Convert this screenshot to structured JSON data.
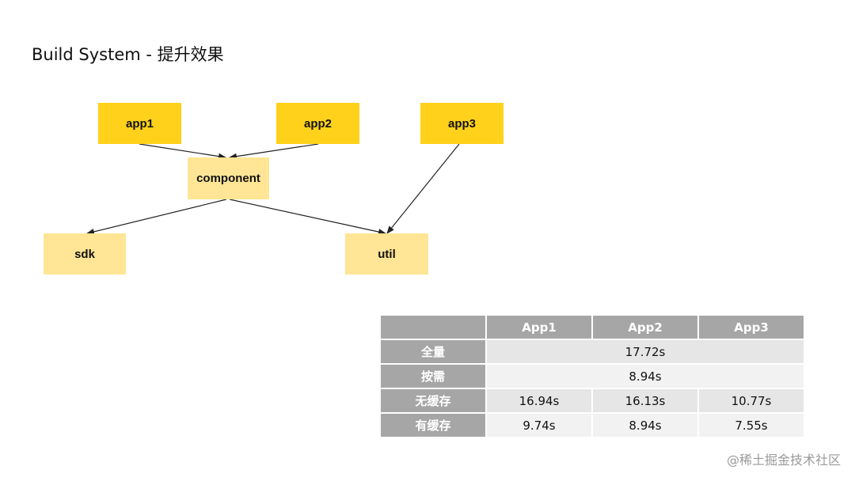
{
  "title": "Build System - 提升效果",
  "diagram": {
    "nodes": {
      "app1": "app1",
      "app2": "app2",
      "app3": "app3",
      "component": "component",
      "sdk": "sdk",
      "util": "util"
    },
    "colors": {
      "strong": "#ffd11a",
      "light": "#ffe595",
      "edge": "#222222"
    }
  },
  "table": {
    "columns": [
      "",
      "App1",
      "App2",
      "App3"
    ],
    "rows": [
      {
        "label": "全量",
        "merged": "17.72s"
      },
      {
        "label": "按需",
        "merged": "8.94s"
      },
      {
        "label": "无缓存",
        "values": [
          "16.94s",
          "16.13s",
          "10.77s"
        ]
      },
      {
        "label": "有缓存",
        "values": [
          "9.74s",
          "8.94s",
          "7.55s"
        ]
      }
    ],
    "colors": {
      "header": "#a6a6a6",
      "row_odd": "#e6e6e6",
      "row_even": "#f2f2f2"
    }
  },
  "watermark": "@稀土掘金技术社区"
}
